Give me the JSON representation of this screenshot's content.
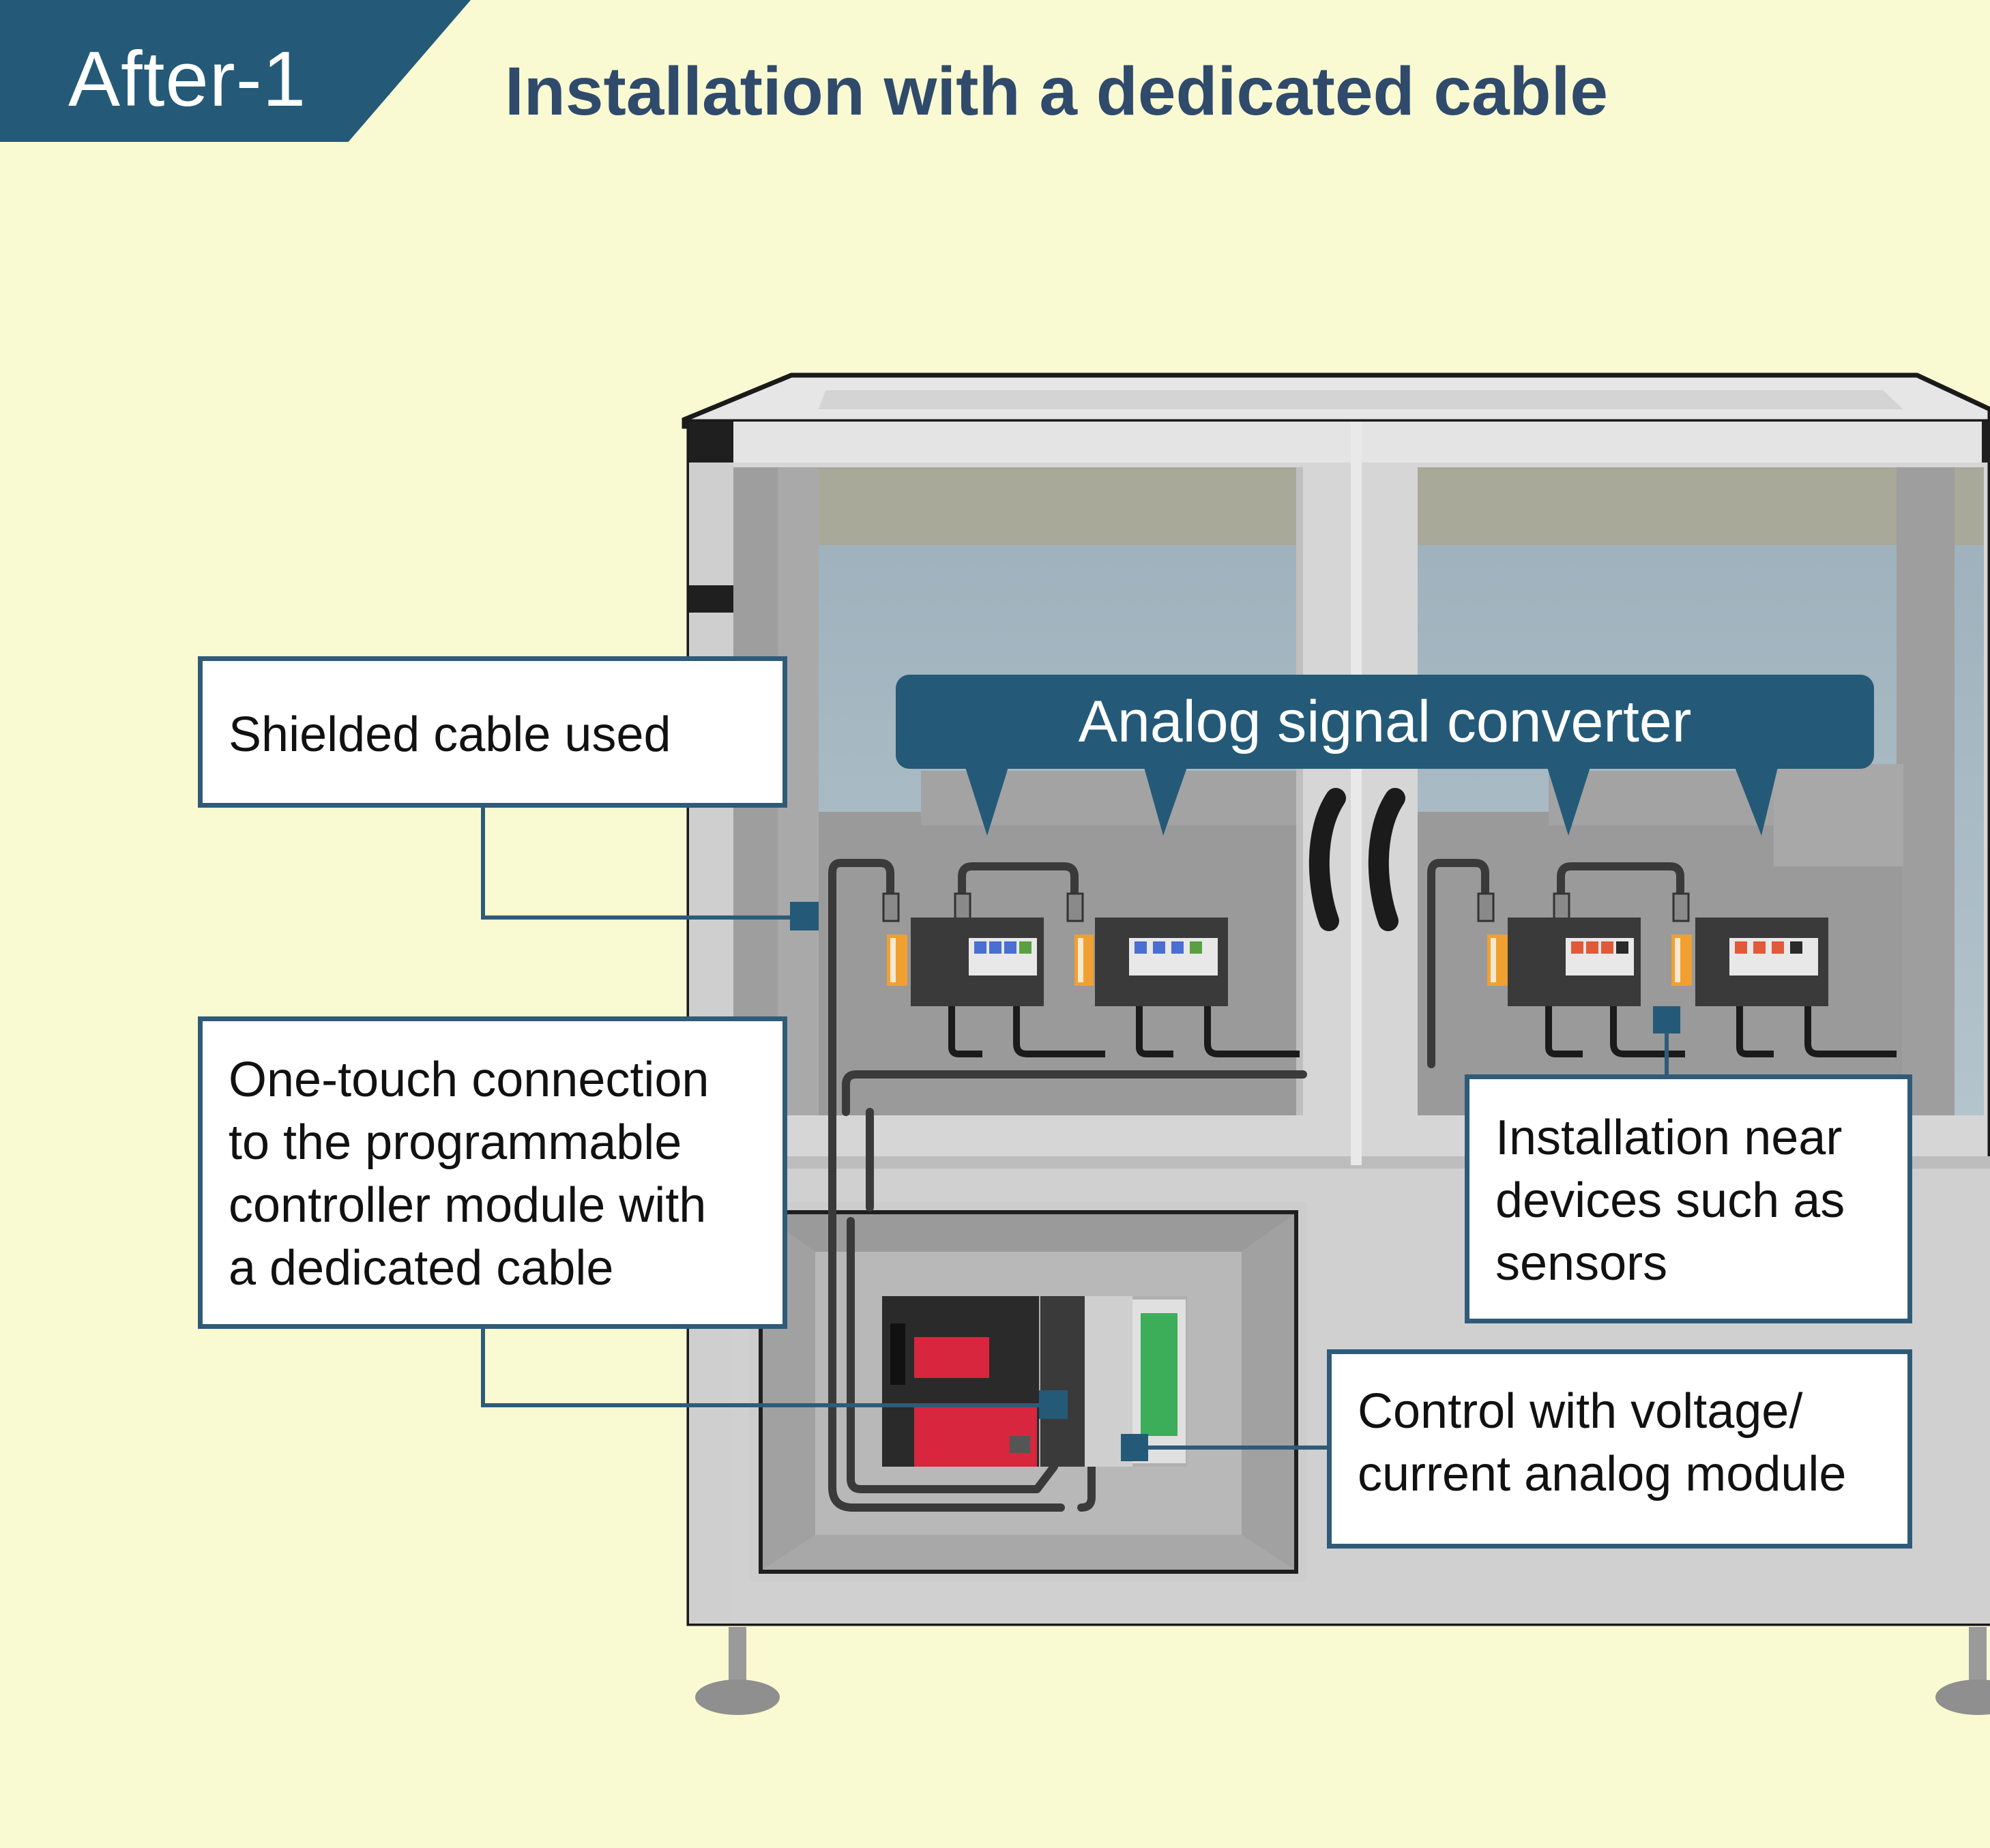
{
  "badge": {
    "label": "After-1"
  },
  "title": "Installation with a dedicated cable",
  "converter_label": "Analog signal converter",
  "callouts": {
    "shielded": [
      "Shielded cable used"
    ],
    "one_touch": [
      "One-touch connection",
      "to the programmable",
      "controller module with",
      "a dedicated cable"
    ],
    "near_devices": [
      "Installation near",
      "devices such as",
      "sensors"
    ],
    "analog_module": [
      "Control with voltage/",
      "current analog module"
    ]
  },
  "colors": {
    "background": "#fafad2",
    "accent": "#245a78",
    "title": "#2f4a6b",
    "callout_border": "#2f5b78",
    "cabinet_frame": "#d8d8d8",
    "window_glass": "#a9bcc6",
    "plc_red": "#d7263d"
  }
}
